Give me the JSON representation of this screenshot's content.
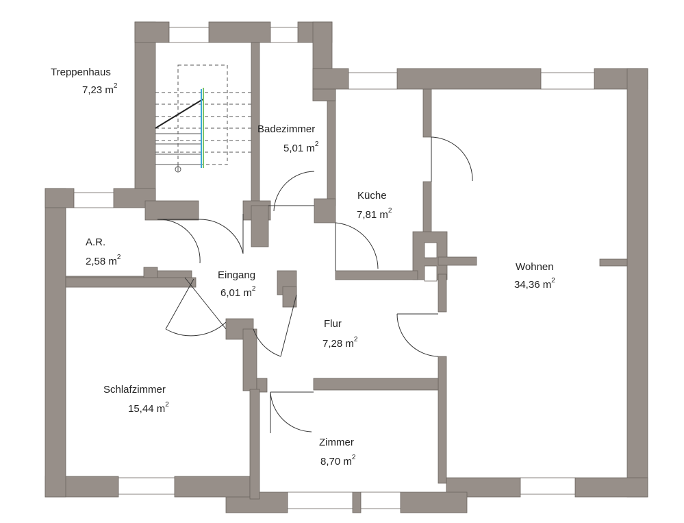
{
  "colors": {
    "wall": "#978f89",
    "wall_edge": "#6b6560",
    "glass": "#ffffff",
    "line": "#333333",
    "stair_line": "#555555",
    "accent_blue": "#3aa7d9",
    "accent_green": "#79c36a"
  },
  "unit_superscript": "2",
  "rooms": [
    {
      "id": "treppenhaus",
      "name": "Treppenhaus",
      "area": "7,23 m"
    },
    {
      "id": "badezimmer",
      "name": "Badezimmer",
      "area": "5,01 m"
    },
    {
      "id": "kueche",
      "name": "Küche",
      "area": "7,81 m"
    },
    {
      "id": "ar",
      "name": "A.R.",
      "area": "2,58 m"
    },
    {
      "id": "eingang",
      "name": "Eingang",
      "area": "6,01 m"
    },
    {
      "id": "wohnen",
      "name": "Wohnen",
      "area": "34,36 m"
    },
    {
      "id": "flur",
      "name": "Flur",
      "area": "7,28 m"
    },
    {
      "id": "schlafzimmer",
      "name": "Schlafzimmer",
      "area": "15,44 m"
    },
    {
      "id": "zimmer",
      "name": "Zimmer",
      "area": "8,70 m"
    }
  ]
}
